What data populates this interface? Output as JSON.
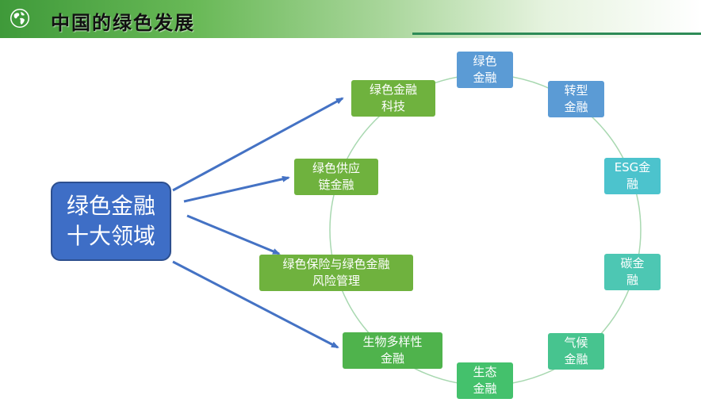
{
  "title": "中国的绿色发展",
  "center": {
    "line1": "绿色金融",
    "line2": "十大领域"
  },
  "nodes": {
    "fintech": {
      "line1": "绿色金融",
      "line2": "科技"
    },
    "supply": {
      "line1": "绿色供应",
      "line2": "链金融"
    },
    "insurance": {
      "line1": "绿色保险与绿色金融",
      "line2": "风险管理"
    },
    "biodiversity": {
      "line1": "生物多样性",
      "line2": "金融"
    },
    "green": {
      "line1": "绿色",
      "line2": "金融"
    },
    "transition": {
      "line1": "转型",
      "line2": "金融"
    },
    "esg": {
      "line1": "ESG金",
      "line2": "融"
    },
    "carbon": {
      "line1": "碳金",
      "line2": "融"
    },
    "climate": {
      "line1": "气候",
      "line2": "金融"
    },
    "ecology": {
      "line1": "生态",
      "line2": "金融"
    }
  },
  "colors": {
    "header_green": "#3f9a3a",
    "center_blue": "#3e6ec6",
    "arrow_blue": "#4472c4",
    "circle": "#a8d8b0"
  }
}
